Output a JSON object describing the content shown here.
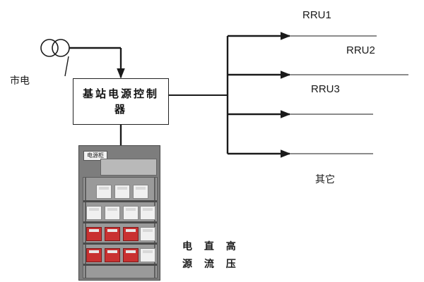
{
  "labels": {
    "mains": "市电",
    "controller": "基站电源控制器",
    "rru1": "RRU1",
    "rru2": "RRU2",
    "rru3": "RRU3",
    "other": "其它",
    "hv_dc_line1": "电 直 高",
    "hv_dc_line2": "源 流 压",
    "cabinet_tag": "电源柜"
  },
  "colors": {
    "line": "#1a1a1a",
    "battery_red": "#c93131",
    "battery_white": "#f0f0f0",
    "cabinet_frame": "#7d7d7d"
  },
  "icons": {
    "transformer": "transformer-symbol-icon",
    "arrow": "arrowhead-icon"
  }
}
